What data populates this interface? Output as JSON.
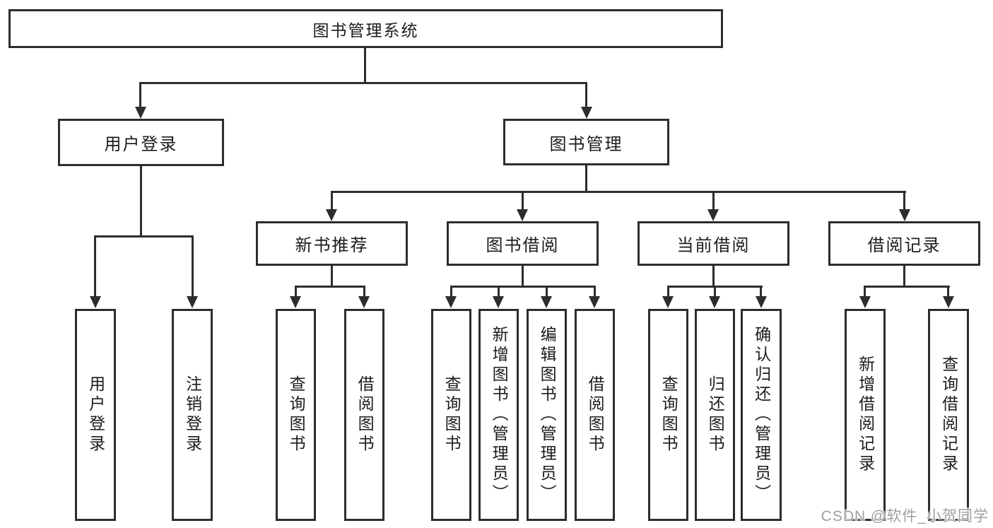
{
  "diagram": {
    "title": "图书管理系统",
    "level1": {
      "user_login": "用户登录",
      "book_mgmt": "图书管理"
    },
    "level2": {
      "new_books": "新书推荐",
      "book_borrow": "图书借阅",
      "current_borrow": "当前借阅",
      "borrow_records": "借阅记录"
    },
    "leaves": {
      "user_login": [
        "用户登录",
        "注销登录"
      ],
      "new_books": [
        "查询图书",
        "借阅图书"
      ],
      "book_borrow": [
        "查询图书",
        "新增图书（管理员）",
        "编辑图书（管理员）",
        "借阅图书"
      ],
      "current_borrow": [
        "查询图书",
        "归还图书",
        "确认归还（管理员）"
      ],
      "borrow_records": [
        "新增借阅记录",
        "查询借阅记录"
      ]
    }
  },
  "watermark": "CSDN @软件_小贺同学",
  "colors": {
    "line": "#2d2d2d",
    "text": "#1c1c1c",
    "box_fill": "#ffffff",
    "background": "#ffffff",
    "watermark": "#a0a0a0"
  }
}
